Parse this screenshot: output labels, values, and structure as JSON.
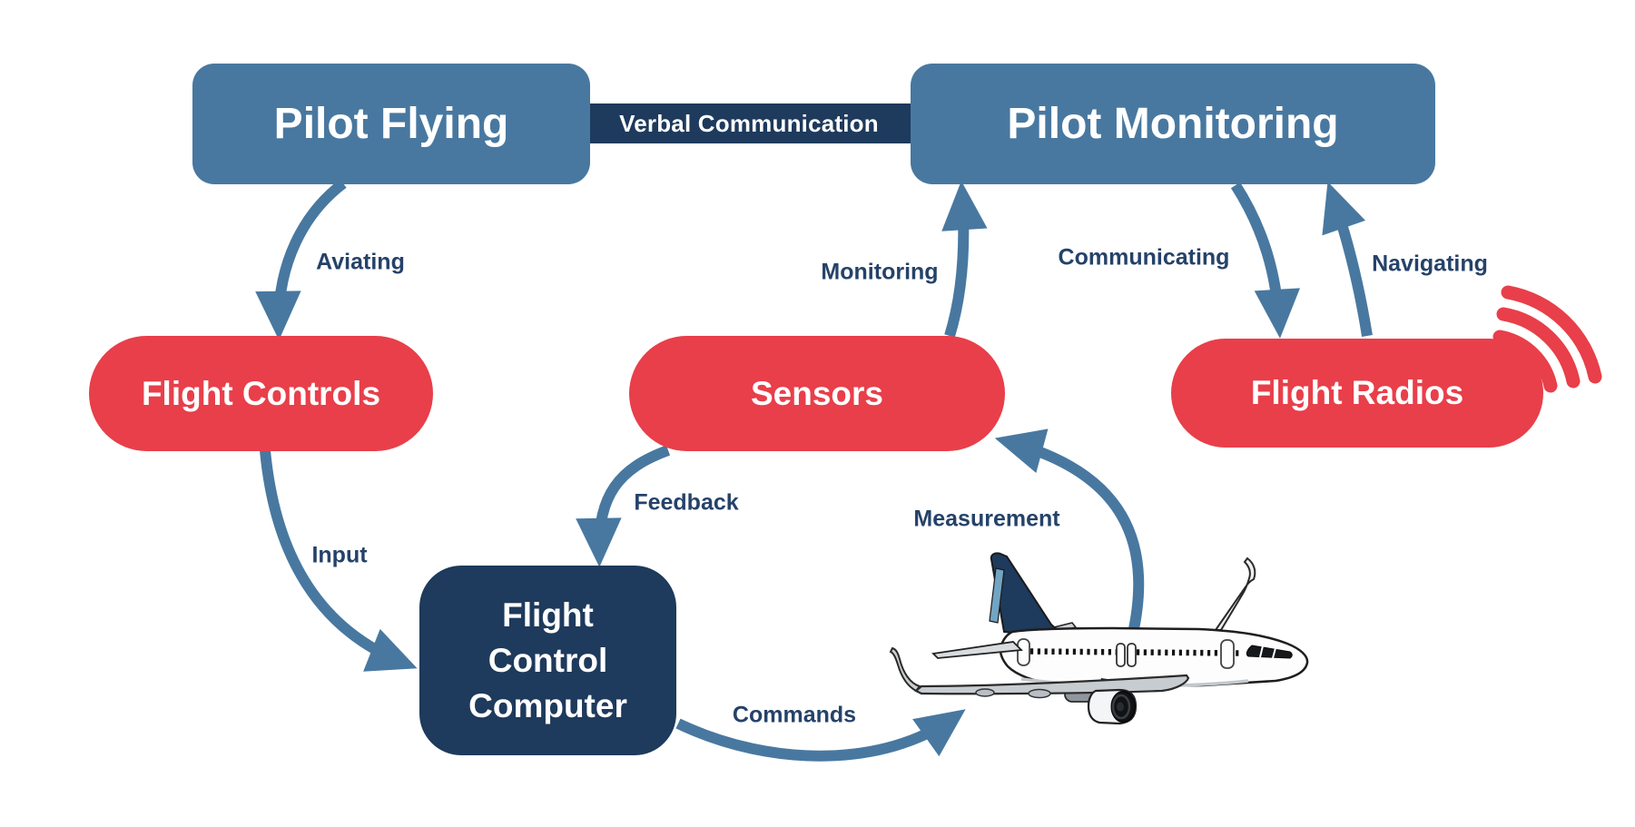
{
  "diagram": {
    "background": "#ffffff",
    "colors": {
      "steel_blue": "#4878a0",
      "navy": "#1e3a5c",
      "red": "#e83f4a",
      "label_text": "#254269",
      "box_text": "#ffffff"
    },
    "boxes": {
      "pilot_flying": {
        "label": "Pilot Flying"
      },
      "pilot_monitoring": {
        "label": "Pilot Monitoring"
      },
      "verbal_communication": {
        "label": "Verbal Communication"
      },
      "flight_controls": {
        "label": "Flight Controls"
      },
      "sensors": {
        "label": "Sensors"
      },
      "flight_radios": {
        "label": "Flight Radios"
      },
      "flight_control_computer": {
        "label": "Flight Control Computer"
      }
    },
    "arrows": {
      "aviating": {
        "label": "Aviating",
        "from": "Pilot Flying",
        "to": "Flight Controls"
      },
      "input": {
        "label": "Input",
        "from": "Flight Controls",
        "to": "Flight Control Computer"
      },
      "feedback": {
        "label": "Feedback",
        "from": "Sensors",
        "to": "Flight Control Computer"
      },
      "commands": {
        "label": "Commands",
        "from": "Flight Control Computer",
        "to": "Aircraft"
      },
      "measurement": {
        "label": "Measurement",
        "from": "Aircraft",
        "to": "Sensors"
      },
      "monitoring": {
        "label": "Monitoring",
        "from": "Sensors",
        "to": "Pilot Monitoring"
      },
      "communicating": {
        "label": "Communicating",
        "from": "Pilot Monitoring",
        "to": "Flight Radios"
      },
      "navigating": {
        "label": "Navigating",
        "from": "Flight Radios",
        "to": "Pilot Monitoring"
      }
    },
    "icons": {
      "radio_signal": "radio-signal-icon",
      "airplane": "airplane-side-view-illustration"
    }
  }
}
